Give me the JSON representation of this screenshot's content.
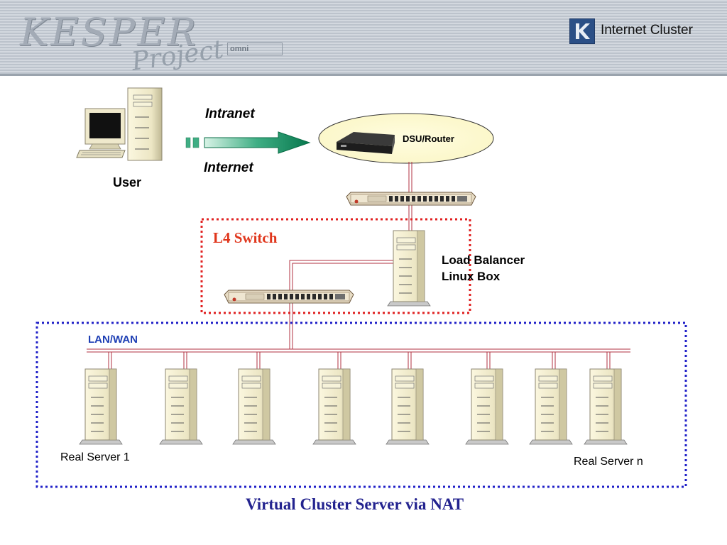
{
  "header": {
    "logo_main": "KESPER",
    "logo_sub": "Project",
    "logo_badge": "omni",
    "brand_title": "Internet Cluster",
    "brand_icon": "k-logo-icon"
  },
  "diagram": {
    "user_label": "User",
    "intranet_label": "Intranet",
    "internet_label": "Internet",
    "router_label": "DSU/Router",
    "l4_switch_label": "L4 Switch",
    "load_balancer_line1": "Load Balancer",
    "load_balancer_line2": "Linux Box",
    "lan_wan_label": "LAN/WAN",
    "real_server_first": "Real Server 1",
    "real_server_last": "Real Server n",
    "caption": "Virtual Cluster Server via NAT"
  },
  "colors": {
    "l4_box_border": "#e02020",
    "cluster_box_border": "#2020c8",
    "link_line": "#b03040",
    "arrow_green": "#0a8a5a",
    "caption_color": "#23238f"
  },
  "icons": [
    "user-workstation-icon",
    "router-icon",
    "network-switch-icon",
    "tower-server-icon",
    "arrow-right-icon"
  ]
}
